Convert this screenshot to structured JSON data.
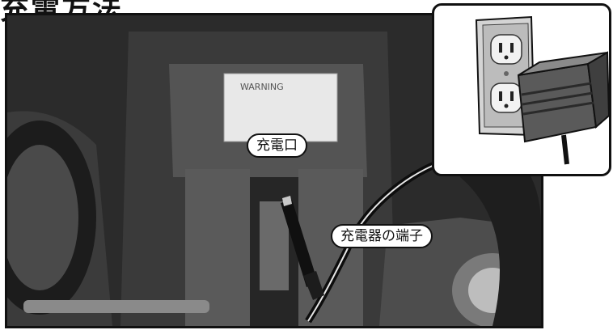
{
  "page": {
    "title": "充電方法"
  },
  "callouts": {
    "charging_port": "充電口",
    "charger_plug": "充電器の端子"
  },
  "warning_label": "WARNING",
  "colors": {
    "outline": "#111111",
    "photo_dark": "#2a2a2a",
    "panel_white": "#ffffff",
    "adapter_gray": "#5a5a5a",
    "outlet_gray": "#cfcfcf"
  },
  "icons": {
    "outlet": "wall-outlet-icon",
    "adapter": "ac-adapter-icon",
    "plug": "dc-plug-icon"
  }
}
